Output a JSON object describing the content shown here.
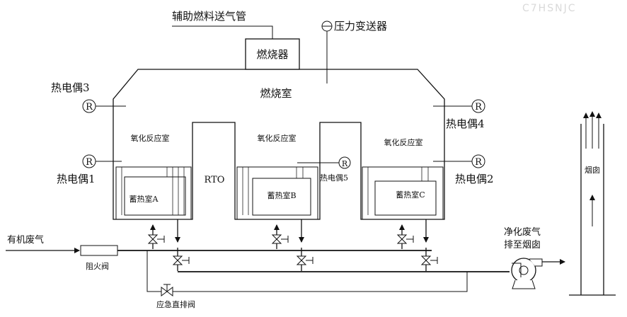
{
  "labels": {
    "aux_fuel_gas": "辅助燃料送气管",
    "pressure_transmitter": "压力变送器",
    "burner": "燃烧器",
    "combustion_chamber": "燃烧室",
    "thermocouple_3": "热电偶3",
    "thermocouple_4": "热电偶4",
    "thermocouple_1": "热电偶1",
    "thermocouple_2": "热电偶2",
    "thermocouple_5": "热电偶5",
    "oxidation_chamber_left": "氧化反应室",
    "oxidation_chamber_mid": "氧化反应室",
    "oxidation_chamber_right": "氧化反应室",
    "regen_chamber_a": "蓄热室A",
    "regen_chamber_b": "蓄热室B",
    "regen_chamber_c": "蓄热室C",
    "rto": "RTO",
    "organic_waste_gas": "有机废气",
    "flame_arrester": "阻火阀",
    "emergency_valve": "应急直排阀",
    "clean_gas_line1": "净化废气",
    "clean_gas_line2": "排至烟囱",
    "chimney": "烟囱",
    "thermocouple_symbol": "R",
    "watermark": "C7HSNJC"
  },
  "icons": {
    "thermocouple": "circled-r-icon",
    "valve": "bowtie-valve-icon",
    "fan": "centrifugal-fan-icon",
    "pressure": "pressure-gauge-icon"
  },
  "colors": {
    "line": "#111111",
    "background": "#ffffff",
    "flame_arrester": "#555555"
  }
}
